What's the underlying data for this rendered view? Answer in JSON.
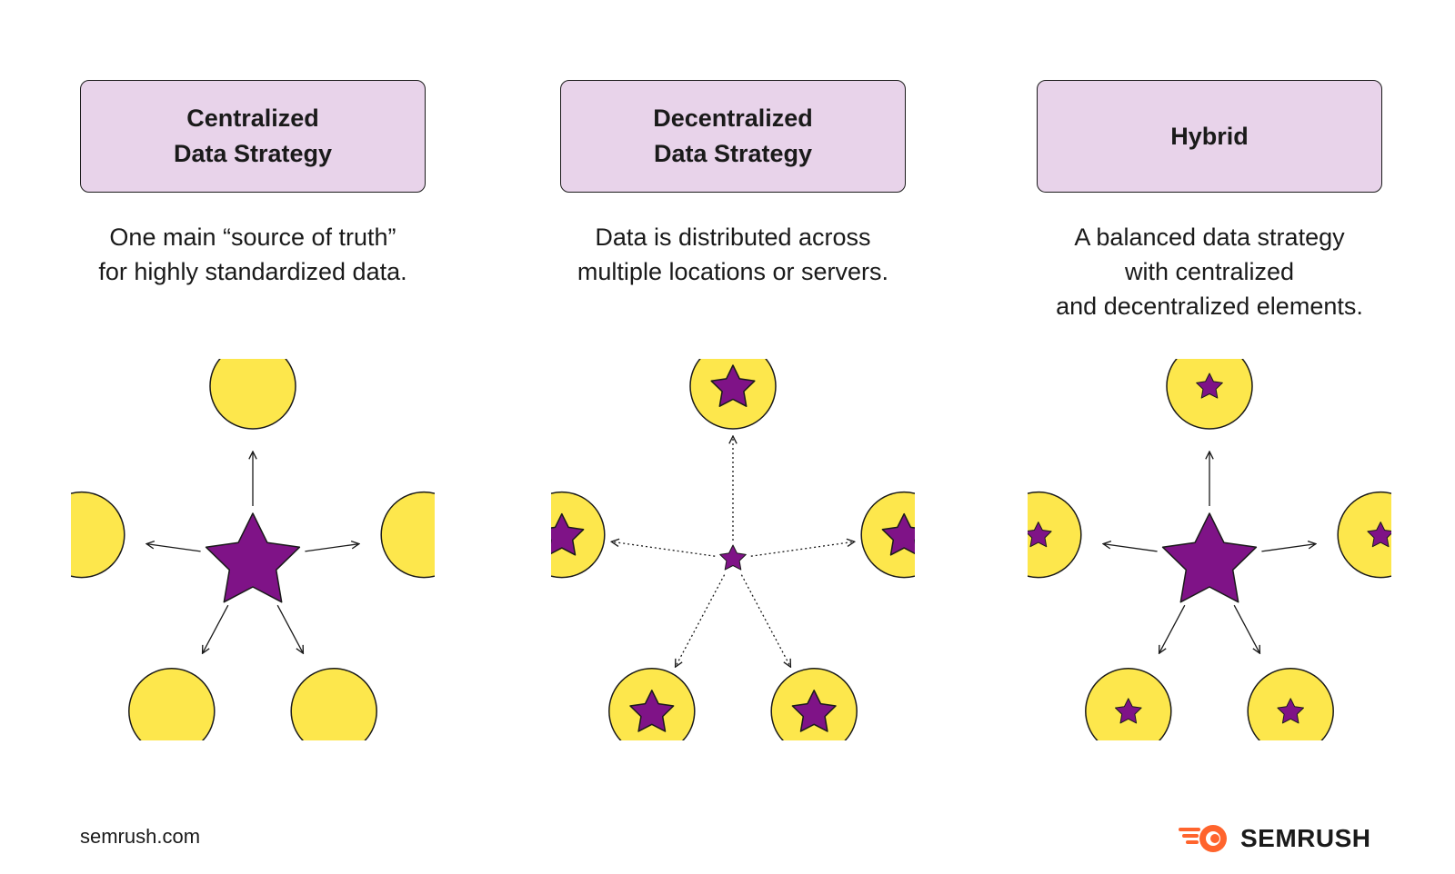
{
  "colors": {
    "box_fill": "#e8d3ea",
    "node_fill": "#fde74c",
    "star_fill": "#7f1387",
    "outline": "#1a1a1a",
    "brand_accent": "#ff642d"
  },
  "columns": [
    {
      "title": "Centralized\nData Strategy",
      "description": "One main “source of truth”\nfor highly standardized data.",
      "diagram": {
        "center": "large-star",
        "nodes": "empty-circles",
        "connectors": "solid-arrows"
      }
    },
    {
      "title": "Decentralized\nData Strategy",
      "description": "Data is distributed across\nmultiple locations or servers.",
      "diagram": {
        "center": "small-star",
        "nodes": "circles-with-large-stars",
        "connectors": "dotted-arrows"
      }
    },
    {
      "title": "Hybrid",
      "description": "A balanced data strategy\nwith centralized\nand decentralized elements.",
      "diagram": {
        "center": "large-star",
        "nodes": "circles-with-small-stars",
        "connectors": "solid-arrows"
      }
    }
  ],
  "footer": {
    "url": "semrush.com",
    "brand": "SEMRUSH",
    "brand_icon": "semrush-fireball-icon"
  }
}
